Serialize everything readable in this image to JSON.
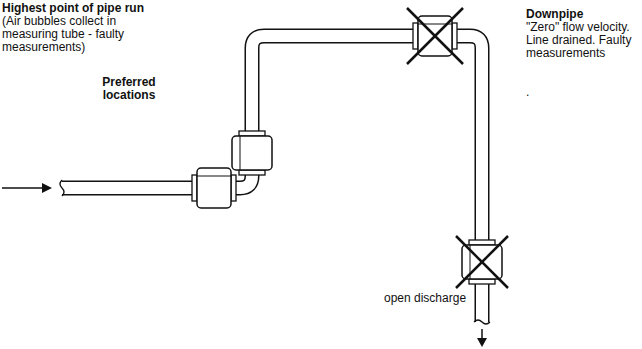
{
  "diagram": {
    "labels": [
      "Highest point of pipe run",
      "(Air bubbles collect in measuring tube - faulty measurements)",
      "Preferred locations",
      "Downpipe",
      "\"Zero\" flow velocity. Line drained. Faulty measurements",
      ".",
      "open discharge"
    ]
  }
}
